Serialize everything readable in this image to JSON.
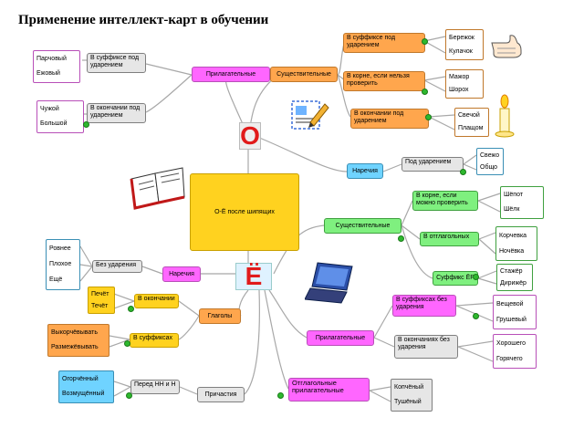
{
  "title": "Применение интеллект-карт в обучении",
  "center": {
    "label": "О-Ё после шипящих",
    "letter_o": "О",
    "letter_yo": "Ё"
  },
  "o_branch": {
    "adjectives": {
      "label": "Прилагательные",
      "suffix": {
        "label": "В суффиксе под ударением",
        "examples": [
          "Парчовый",
          "Ежовый"
        ]
      },
      "ending": {
        "label": "В окончании под ударением",
        "examples": [
          "Чужой",
          "Большой"
        ]
      }
    },
    "nouns": {
      "label": "Существительные",
      "suffix": {
        "label": "В суффиксе под ударением",
        "examples": [
          "Бережок",
          "Кулачок"
        ]
      },
      "root": {
        "label": "В корне, если нельзя проверить",
        "examples": [
          "Мажор",
          "Шорох"
        ]
      },
      "ending": {
        "label": "В окончании под ударением",
        "examples": [
          "Свечой",
          "Плащом"
        ]
      }
    },
    "adverbs": {
      "label": "Наречия",
      "stressed": {
        "label": "Под ударением",
        "examples": [
          "Свежо",
          "Общо"
        ]
      }
    }
  },
  "yo_branch": {
    "nouns": {
      "label": "Существительные",
      "root": {
        "label": "В корне, если можно проверить",
        "examples": [
          "Шёпот",
          "Шёлк"
        ]
      },
      "verbal": {
        "label": "В отглагольных",
        "examples": [
          "Корчевка",
          "Ночёвка"
        ]
      },
      "suffix": {
        "label": "Суффикс ЁР",
        "examples": [
          "Стажёр",
          "Дирижёр"
        ]
      }
    },
    "adjectives": {
      "label": "Прилагательные",
      "suffix": {
        "label": "В суффиксах без ударения",
        "examples": [
          "Вещевой",
          "Грушевый"
        ]
      },
      "ending": {
        "label": "В окончаниях без ударения",
        "examples": [
          "Хорошего",
          "Горячего"
        ]
      }
    },
    "verbal_adj": {
      "label": "Отглагольные прилагательные",
      "examples": [
        "Копчёный",
        "Тушёный"
      ]
    },
    "adverbs": {
      "label": "Наречия",
      "unstressed": {
        "label": "Без ударения",
        "examples": [
          "Ровнее",
          "Плохое",
          "Ещё"
        ]
      }
    },
    "verbs": {
      "label": "Глаголы",
      "ending": {
        "label": "В окончании",
        "examples": [
          "Печёт",
          "Течёт"
        ]
      },
      "suffix": {
        "label": "В суффиксах",
        "examples": [
          "Выкорчёвывать",
          "Размежёвывать"
        ]
      }
    },
    "participles": {
      "label": "Причастия",
      "nn": {
        "label": "Перед НН и Н",
        "examples": [
          "Огорчённый",
          "Возмущённый"
        ]
      }
    }
  },
  "colors": {
    "yellow": "#ffd21f",
    "orange": "#ffa64d",
    "magenta": "#ff66ff",
    "blue": "#6fd3ff",
    "green": "#7ff07f",
    "gray": "#e0e0e0",
    "red": "#e11b1b"
  }
}
